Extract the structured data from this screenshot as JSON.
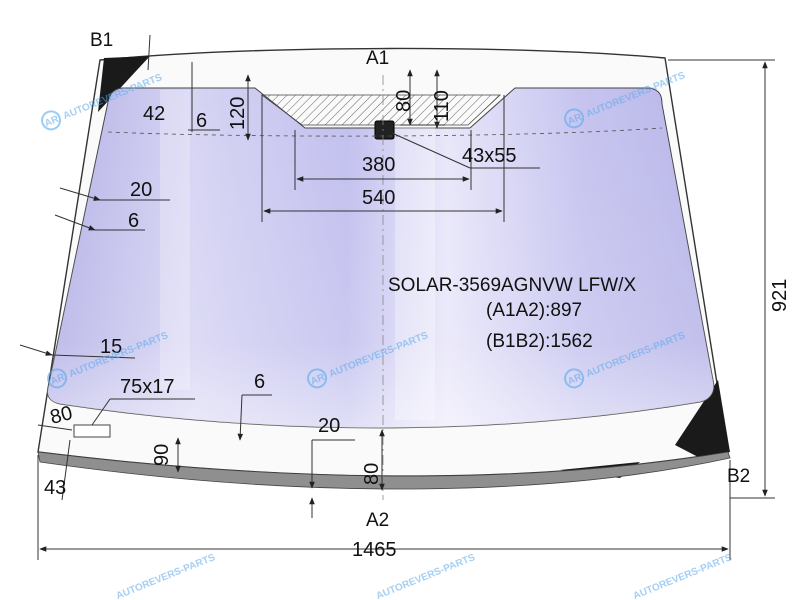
{
  "points": {
    "a1": "A1",
    "a2": "A2",
    "b1": "B1",
    "b2": "B2"
  },
  "code": {
    "model": "SOLAR-3569AGNVW LFW/X",
    "a1a2": "(A1A2):897",
    "b1b2": "(B1B2):1562"
  },
  "dims": {
    "d42": "42",
    "d6_top": "6",
    "d120": "120",
    "d80_top": "80",
    "d110": "110",
    "d380": "380",
    "d43x55": "43x55",
    "d540": "540",
    "d20_left": "20",
    "d6_left": "6",
    "d921": "921",
    "d15": "15",
    "d75x17": "75x17",
    "d6_bottom": "6",
    "d80_left": "80",
    "d20_bottom": "20",
    "d90": "90",
    "d80_bottom": "80",
    "d43": "43",
    "d1465": "1465"
  },
  "watermark": {
    "text": "AUTOREVERS-PARTS",
    "logo": "AR"
  },
  "colors": {
    "tint": "#c5c3ef",
    "glass_light": "#f1effb",
    "black_print": "#1a1a1a",
    "bottom_band": "#8f8f8f",
    "watermark": "#5aa9ec"
  }
}
